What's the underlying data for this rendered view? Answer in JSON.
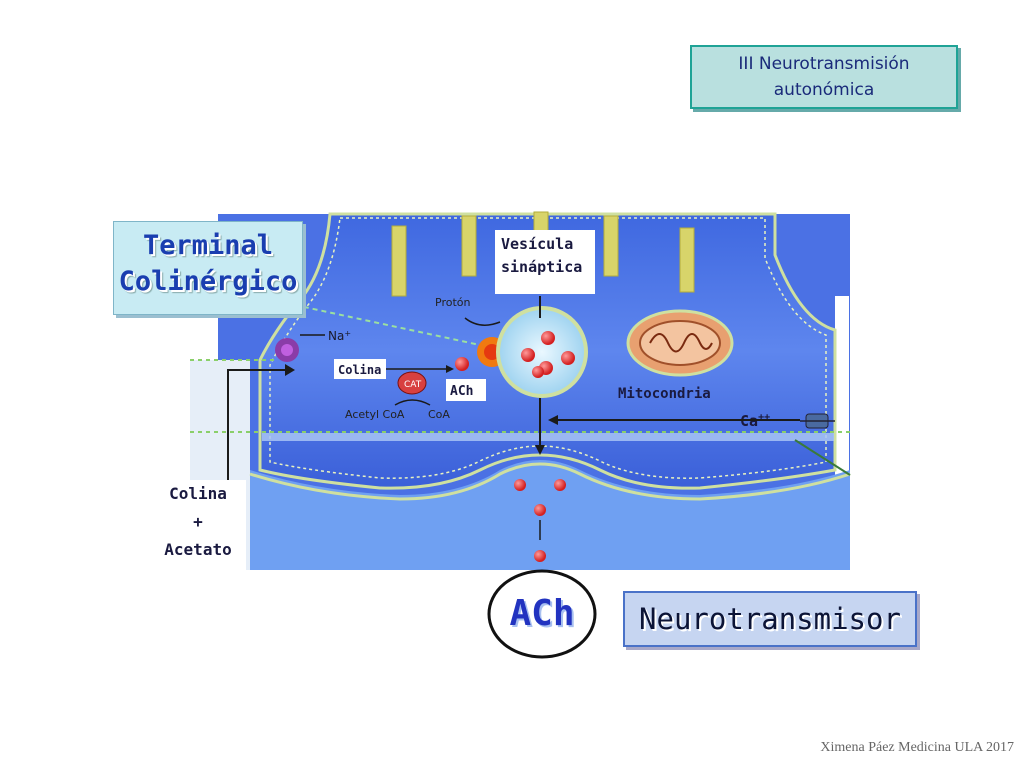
{
  "header": {
    "line1": "III  Neurotransmisión",
    "line2": "autonómica"
  },
  "terminal": {
    "line1": "Terminal",
    "line2": "Colinérgico"
  },
  "labels": {
    "vesicula_line1": "Vesícula",
    "vesicula_line2": "sináptica",
    "mitocondria": "Mitocondria",
    "ca": "Ca",
    "ca_sup": "++",
    "colina_small": "Colina",
    "ach_small": "ACh",
    "proton": "Protón",
    "na": "Na",
    "na_sup": "+",
    "acetyl_coa": "Acetyl CoA",
    "coa": "CoA",
    "cat": "CAT"
  },
  "products": {
    "colina": "Colina",
    "plus": "+",
    "acetato": "Acetato"
  },
  "ach_big": "ACh",
  "neurotransmisor": "Neurotransmisor",
  "footer": "Ximena Páez Medicina ULA 2017",
  "colors": {
    "terminal_fill": "#5f7fe6",
    "membrane": "#cfe0a0",
    "vesicle": "#d6f0ff",
    "ach_dot": "#e23a3a",
    "title_box": "#b9e0df"
  }
}
